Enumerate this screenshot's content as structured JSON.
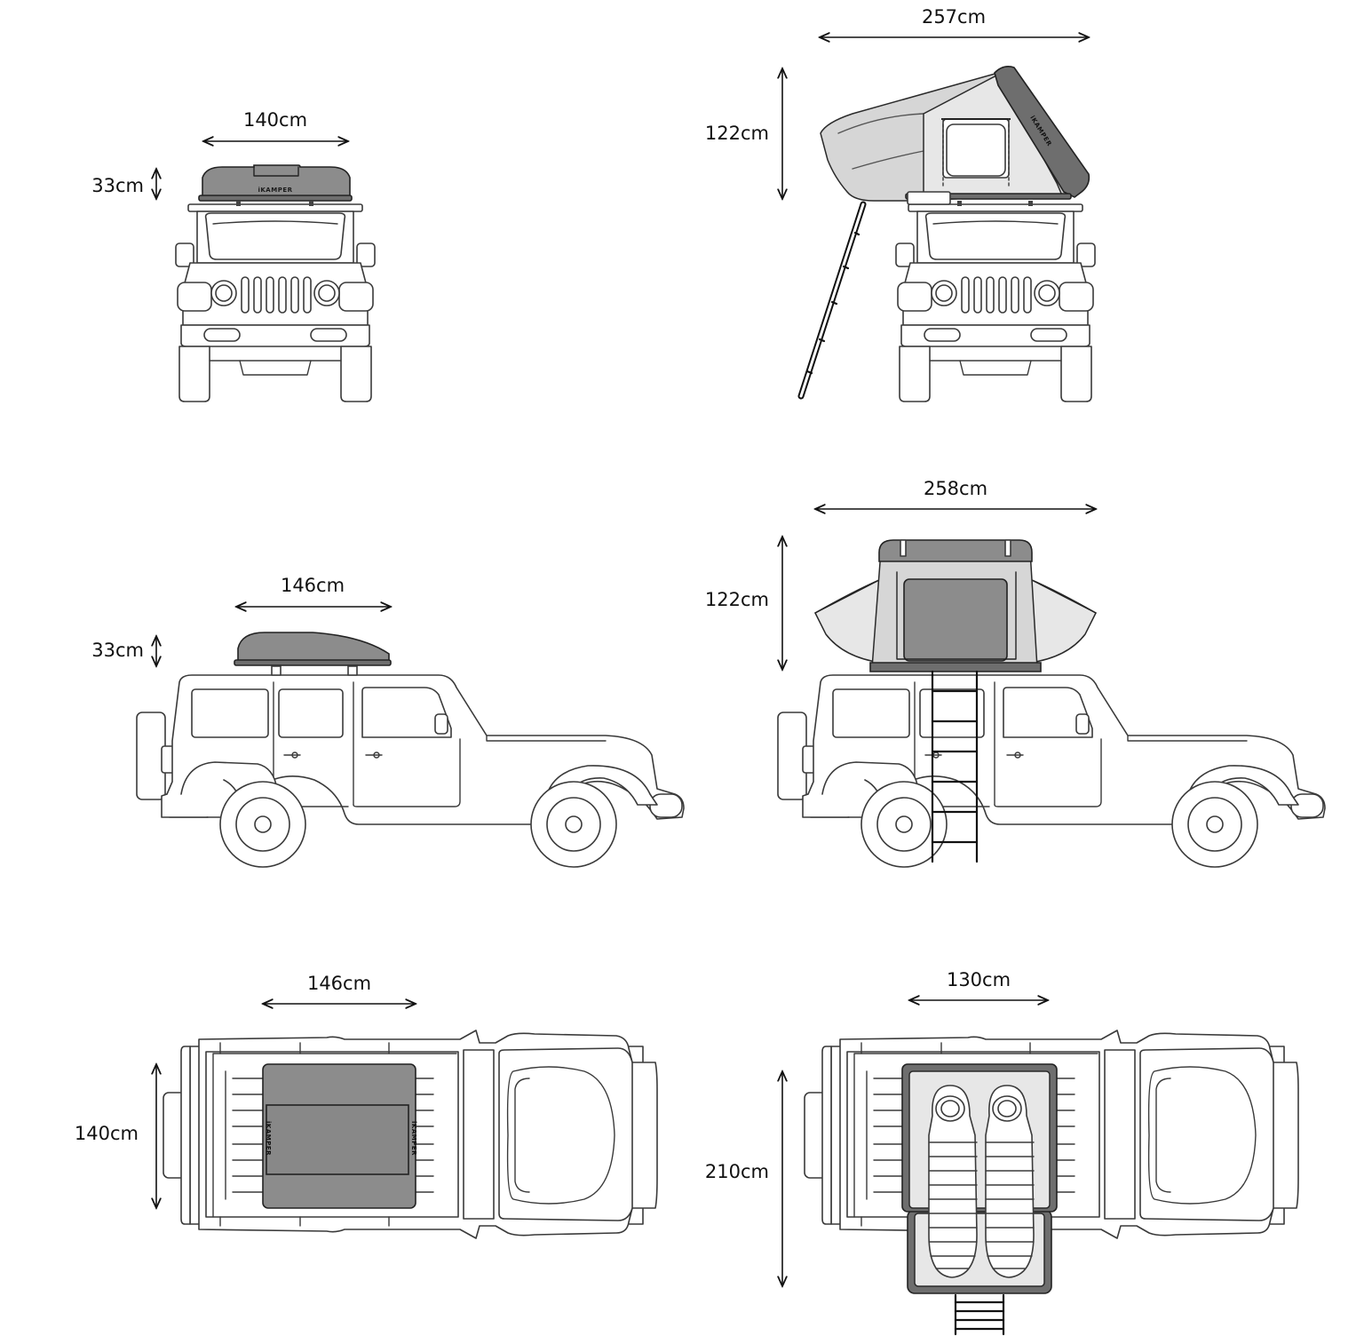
{
  "dimensions": {
    "closed_front_width": "140cm",
    "closed_front_height": "33cm",
    "open_front_width": "257cm",
    "open_front_height": "122cm",
    "closed_side_length": "146cm",
    "closed_side_height": "33cm",
    "open_side_length": "258cm",
    "open_side_height": "122cm",
    "closed_top_length": "146cm",
    "closed_top_width": "140cm",
    "open_top_width": "130cm",
    "open_top_length": "210cm"
  },
  "brand": {
    "logo_text": "iKAMPER"
  },
  "colors": {
    "shell": "#6e6e6e",
    "fabric": "#d6d6d6",
    "lines": "#3a3a3a"
  }
}
